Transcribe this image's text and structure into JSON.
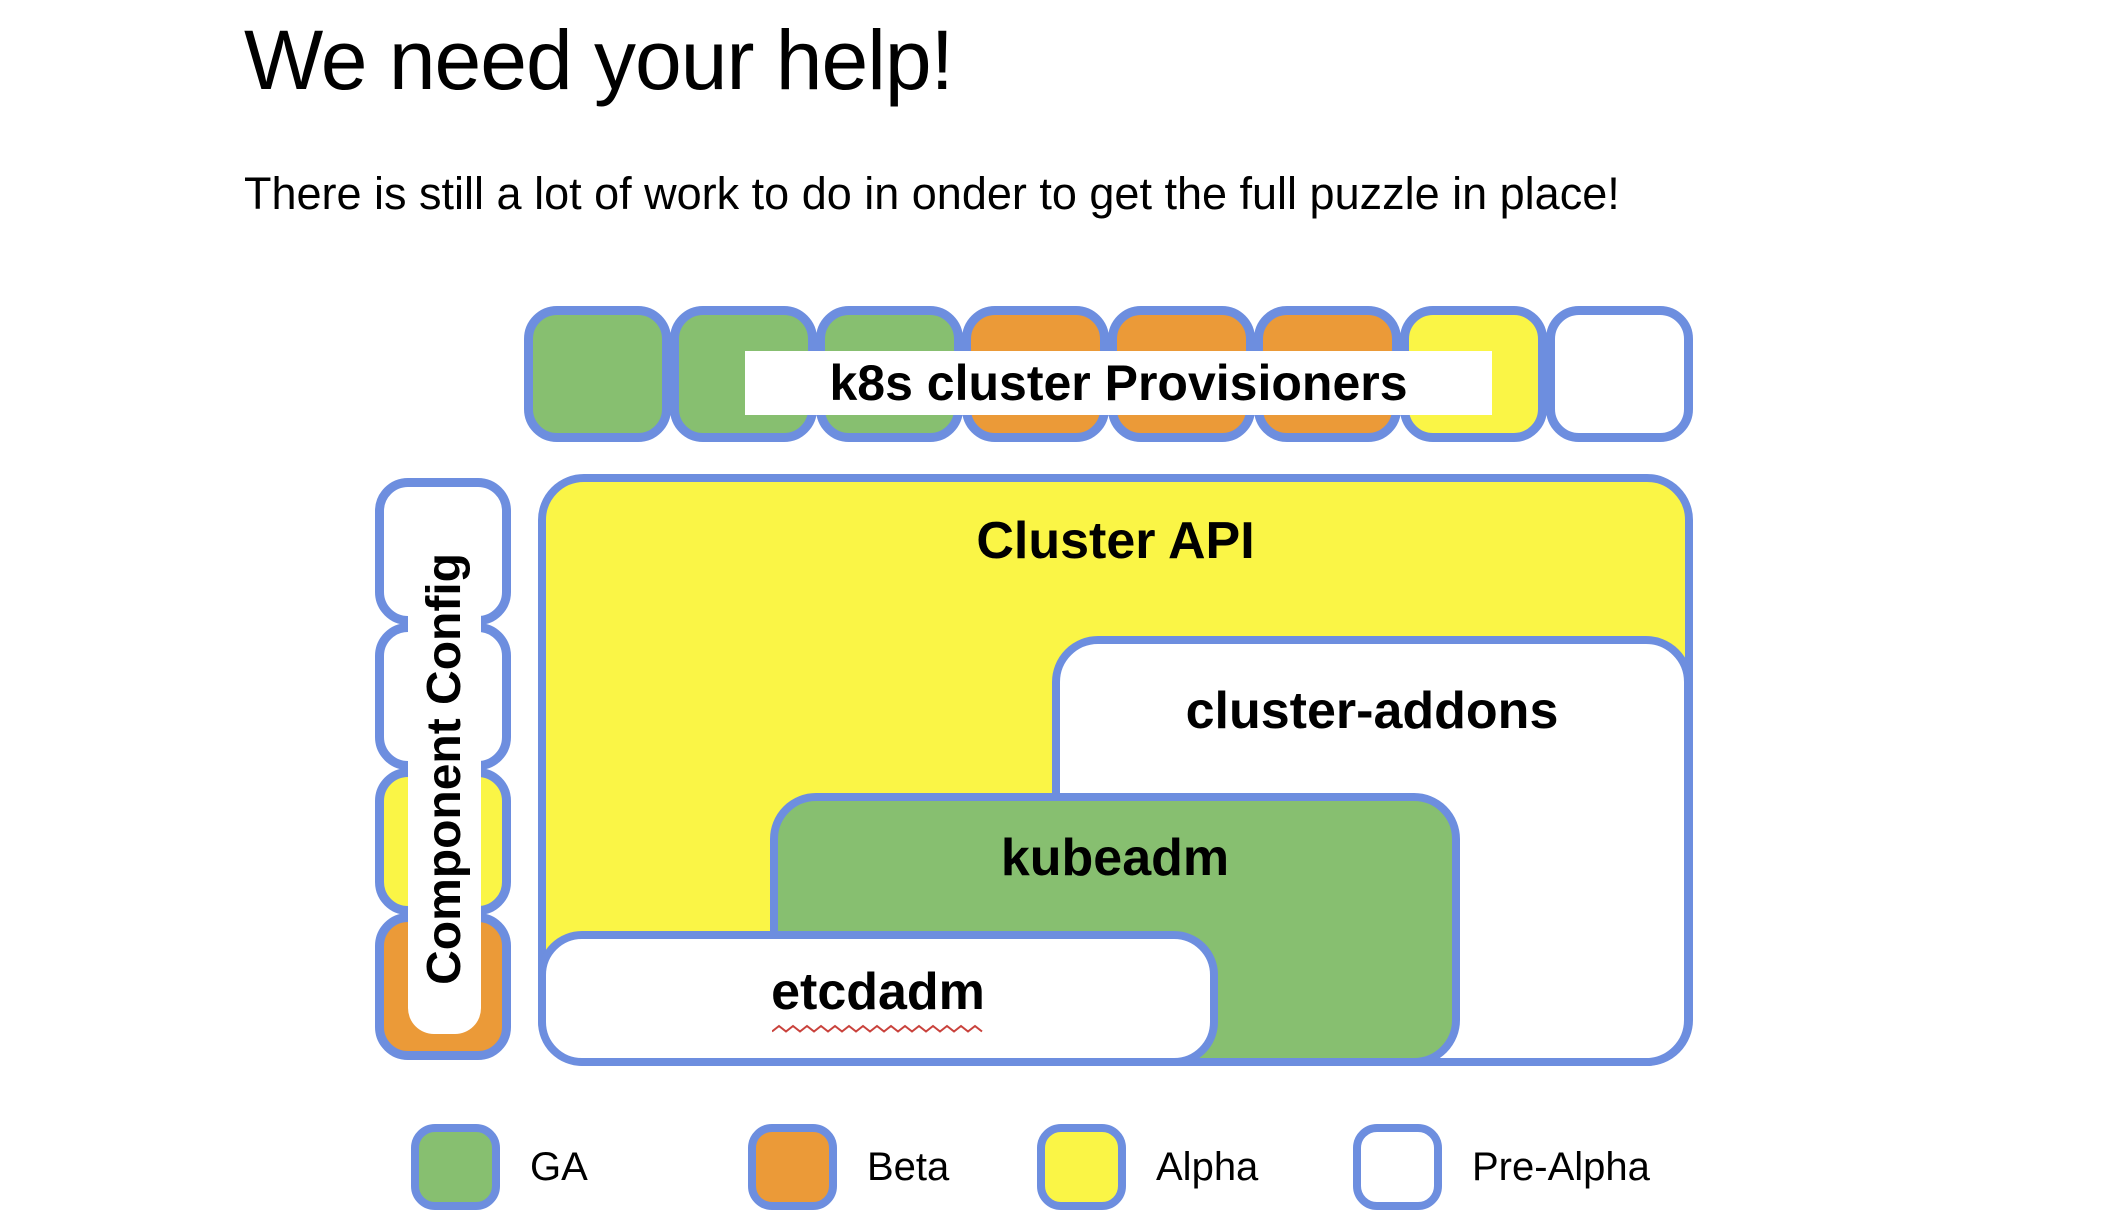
{
  "slide": {
    "title": "We need your help!",
    "subtitle": "There is still a lot of work to do in onder to get the full puzzle in place!"
  },
  "colors": {
    "ga": "#87BF70",
    "beta": "#EB9A38",
    "alpha": "#FAF546",
    "pre_alpha": "#FFFFFF",
    "border_blue": "#6D8EDF",
    "squiggle_red": "#C9423C"
  },
  "provisioners": {
    "label": "k8s cluster Provisioners",
    "pieces": [
      "ga",
      "ga",
      "ga",
      "beta",
      "beta",
      "beta",
      "alpha",
      "pre_alpha"
    ]
  },
  "component_config": {
    "label": "Component Config",
    "pieces": [
      "pre_alpha",
      "pre_alpha",
      "alpha",
      "beta"
    ]
  },
  "blocks": {
    "cluster_api": {
      "label": "Cluster API",
      "status": "alpha"
    },
    "cluster_addons": {
      "label": "cluster-addons",
      "status": "pre_alpha"
    },
    "kubeadm": {
      "label": "kubeadm",
      "status": "ga"
    },
    "etcdadm": {
      "label": "etcdadm",
      "status": "pre_alpha",
      "spellcheck_underline": true
    }
  },
  "legend": [
    {
      "label": "GA",
      "status": "ga"
    },
    {
      "label": "Beta",
      "status": "beta"
    },
    {
      "label": "Alpha",
      "status": "alpha"
    },
    {
      "label": "Pre-Alpha",
      "status": "pre_alpha"
    }
  ]
}
